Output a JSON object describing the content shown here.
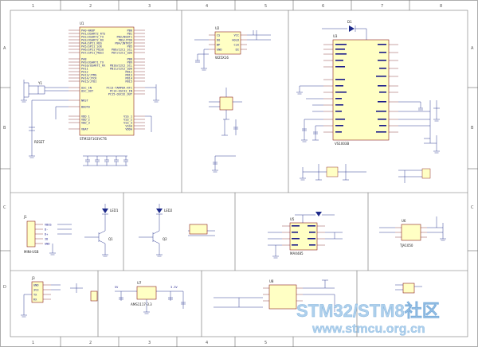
{
  "border": {
    "cols": [
      "1",
      "2",
      "3",
      "4",
      "5",
      "6",
      "7",
      "8"
    ],
    "rows": [
      "A",
      "B",
      "C",
      "D"
    ]
  },
  "mcu": {
    "ref": "U1",
    "part": "STM32F103VCT6",
    "left_pins": [
      "PA0-WKUP",
      "PA1/USART2_RTS",
      "PA2/USART2_TX",
      "PA3/USART2_RX",
      "PA4/SPI1_NSS",
      "PA5/SPI1_SCK",
      "PA6/SPI1_MISO",
      "PA7/SPI1_MOSI",
      "PA8",
      "PA9/USART1_TX",
      "PA10/USART1_RX",
      "PA11",
      "PA12",
      "PA13/JTMS",
      "PA14/JTCK",
      "PA15/JTDI"
    ],
    "right_pins": [
      "PB0",
      "PB1",
      "PB2/BOOT1",
      "PB3/JTDO",
      "PB4/JNTRST",
      "PB5",
      "PB6/I2C1_SCL",
      "PB7/I2C1_SDA",
      "PB8",
      "PB9",
      "PB10/I2C2_SCL",
      "PB11/I2C2_SDA",
      "PB12",
      "PB13",
      "PB14",
      "PB15"
    ],
    "lower_left": [
      "OSC_IN",
      "OSC_OUT",
      "NRST",
      "BOOT0",
      "VDD_1",
      "VDD_2",
      "VDD_3",
      "VBAT"
    ],
    "lower_right": [
      "PC13-TAMPER-RTC",
      "PC14-OSC32_IN",
      "PC15-OSC32_OUT",
      "VSS_1",
      "VSS_2",
      "VSS_3",
      "VSSA",
      "VDDA"
    ],
    "crystal": "Y1",
    "reset_label": "RESET"
  },
  "flash": {
    "ref": "U2",
    "part": "W25X16",
    "pins": [
      "CS",
      "DO",
      "WP",
      "GND",
      "VCC",
      "HOLD",
      "CLK",
      "DI"
    ]
  },
  "codec": {
    "ref": "U3",
    "part": "VS1003B",
    "led": "D1"
  },
  "usb": {
    "ref": "J1",
    "part": "MINI-USB",
    "pins": [
      "VBUS",
      "D-",
      "D+",
      "ID",
      "GND"
    ]
  },
  "leds": {
    "led1": "LED1",
    "led2": "LED2",
    "q1": "Q1",
    "q2": "Q2"
  },
  "rs485": {
    "ref": "U5",
    "part": "MAX485"
  },
  "can": {
    "ref": "U6",
    "part": "TJA1050"
  },
  "power": {
    "reg1": "U7",
    "reg2": "U8",
    "part": "AMS1117-3.3",
    "vin": "5V",
    "vout": "3.3V"
  },
  "connector": {
    "ref": "J3",
    "pins": [
      "GND",
      "3V3",
      "TX",
      "RX"
    ]
  },
  "watermark": {
    "line1": "STM32/STM8社区",
    "line2": "www.stmcu.org.cn"
  }
}
